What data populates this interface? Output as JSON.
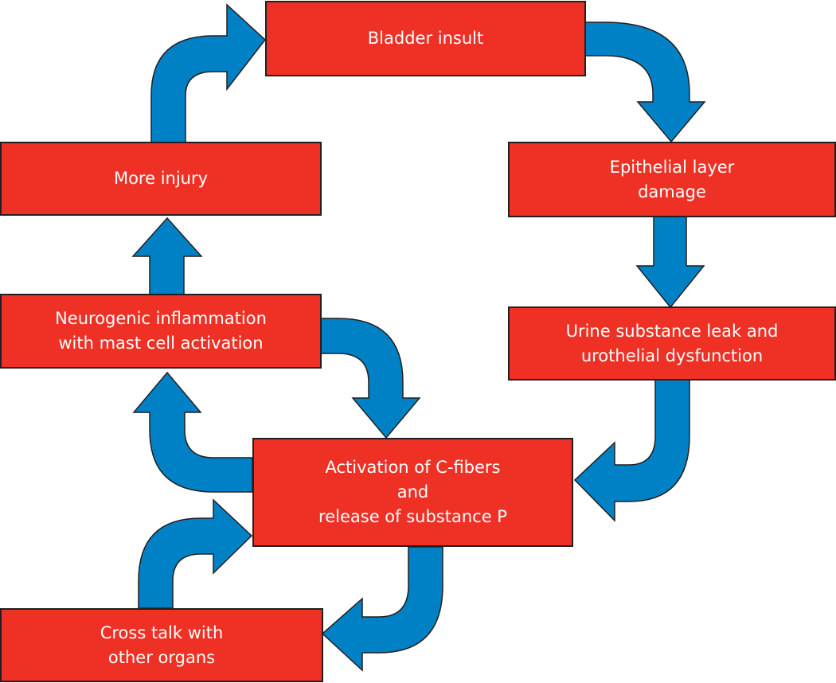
{
  "colors": {
    "box_fill": "#EE3124",
    "box_border": "#231F20",
    "arrow_fill": "#0081C6",
    "arrow_stroke": "#231F20",
    "text": "#FFFFFF"
  },
  "nodes": {
    "bladder_insult": "Bladder insult",
    "epithelial_damage": "Epithelial layer\ndamage",
    "urine_leak": "Urine substance leak and\nurothelial dysfunction",
    "c_fibers": "Activation of C-fibers\nand\nrelease of substance P",
    "cross_talk": "Cross talk with\nother organs",
    "neurogenic_inflammation": "Neurogenic inflammation\nwith mast cell activation",
    "more_injury": "More injury"
  },
  "edges": [
    {
      "from": "bladder_insult",
      "to": "epithelial_damage"
    },
    {
      "from": "epithelial_damage",
      "to": "urine_leak"
    },
    {
      "from": "urine_leak",
      "to": "c_fibers"
    },
    {
      "from": "c_fibers",
      "to": "cross_talk"
    },
    {
      "from": "cross_talk",
      "to": "c_fibers"
    },
    {
      "from": "c_fibers",
      "to": "neurogenic_inflammation"
    },
    {
      "from": "neurogenic_inflammation",
      "to": "c_fibers"
    },
    {
      "from": "neurogenic_inflammation",
      "to": "more_injury"
    },
    {
      "from": "more_injury",
      "to": "bladder_insult"
    }
  ]
}
